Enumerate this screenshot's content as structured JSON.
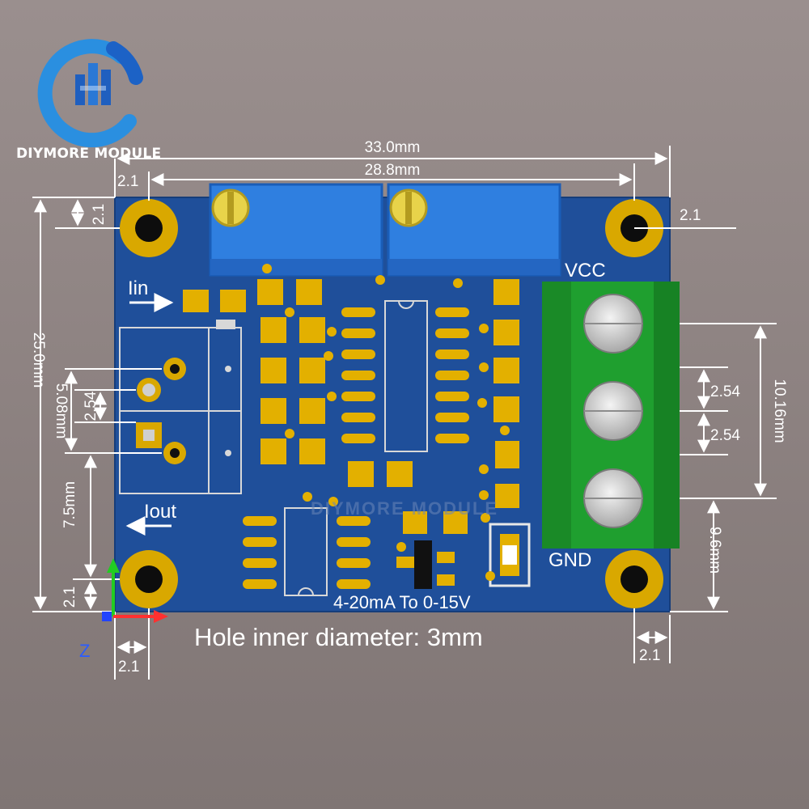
{
  "brand": {
    "name": "DIYMORE MODULE",
    "logo_icon": "diymore-logo-icon",
    "colors": {
      "ring": "#2a8fe0",
      "bars": "#1f5fbf"
    }
  },
  "board": {
    "watermark": "DIYMORE MODULE",
    "silkscreen": {
      "iin": "Iin",
      "iout": "Iout",
      "vcc": "VCC",
      "gnd": "GND",
      "model": "4-20mA To 0-15V"
    },
    "colors": {
      "pcb": "#1f4f9a",
      "pad": "#e3b000",
      "terminal": "#1f9f2f",
      "pot": "#2f7fe0"
    }
  },
  "dimensions": {
    "width_total": "33.0mm",
    "hole_spacing_x": "28.8mm",
    "height_total": "25.0mm",
    "offset_top_left": "2.1",
    "offset_top_left_side": "2.1",
    "offset_top_right": "2.1",
    "offset_bottom_left_side": "2.1",
    "offset_bottom_left_below": "2.1",
    "offset_bottom_right_below": "2.1",
    "header_pitch": "2.54",
    "header_span": "5.08mm",
    "header_to_hole": "7.5mm",
    "terminal_pitch_1": "2.54",
    "terminal_pitch_2": "2.54",
    "terminal_span": "10.16mm",
    "terminal_to_bottom": "9.6mm"
  },
  "axis": {
    "z_label": "Z"
  },
  "note": "Hole inner diameter: 3mm"
}
